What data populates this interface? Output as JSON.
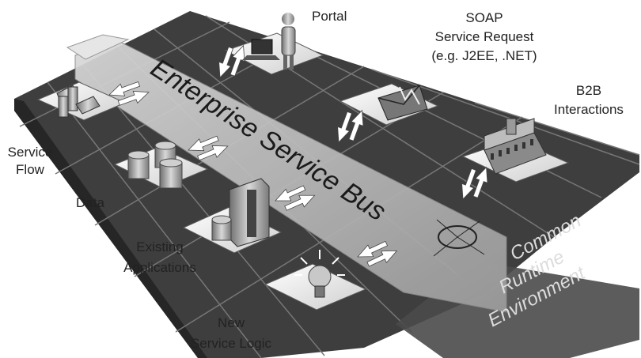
{
  "diagram": {
    "bus_title": "Enterprise Service Bus",
    "runtime": [
      "Common",
      "Runtime",
      "Environment"
    ],
    "labels": {
      "portal": "Portal",
      "soap": [
        "SOAP",
        "Service Request",
        "(e.g. J2EE, .NET)"
      ],
      "b2b": [
        "B2B",
        "Interactions"
      ],
      "service_flow": [
        "Service",
        "Flow"
      ],
      "data": "Data",
      "existing_apps": [
        "Existing",
        "Applications"
      ],
      "new_logic": [
        "New",
        "Service Logic"
      ]
    },
    "icons": [
      "user-laptop-icon",
      "envelope-icon",
      "factory-icon",
      "flow-arrows-icon",
      "database-icon",
      "server-icon",
      "lightbulb-icon",
      "hub-icon"
    ]
  }
}
